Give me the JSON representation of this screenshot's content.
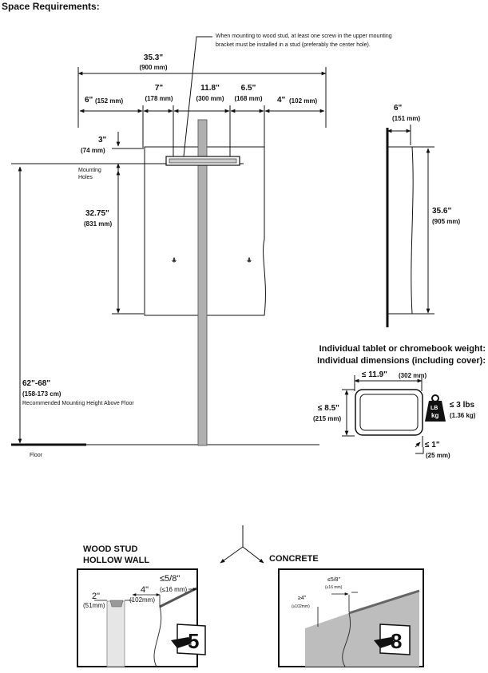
{
  "title": "Space Requirements:",
  "note_line1": "When mounting to wood stud, at least one screw in the upper mounting",
  "note_line2": "bracket must be installed in a stud (preferably the center hole).",
  "dims": {
    "total_in": "35.3\"",
    "total_mm": "(900 mm)",
    "left_in": "6\"",
    "left_mm": "(152 mm)",
    "a_in": "7\"",
    "a_mm": "(178 mm)",
    "b_in": "11.8\"",
    "b_mm": "(300 mm)",
    "c_in": "6.5\"",
    "c_mm": "(168 mm)",
    "right_in": "4\"",
    "right_mm": "(102 mm)",
    "top_in": "3\"",
    "top_mm": "(74 mm)",
    "holes_label1": "Mounting",
    "holes_label2": "Holes",
    "v_in": "32.75\"",
    "v_mm": "(831 mm)",
    "height_in": "62\"-68\"",
    "height_mm": "(158-173 cm)",
    "height_label": "Recommended Mounting Height Above Floor",
    "floor": "Floor",
    "side_depth_in": "6\"",
    "side_depth_mm": "(151 mm)",
    "side_h_in": "35.6\"",
    "side_h_mm": "(905 mm)"
  },
  "tablet": {
    "heading1": "Individual tablet or chromebook weight:",
    "heading2": "Individual dimensions (including cover):",
    "w_in": "≤ 11.9\"",
    "w_mm": "(302 mm)",
    "h_in": "≤ 8.5\"",
    "h_mm": "(215 mm)",
    "d_in": "≤ 1\"",
    "d_mm": "(25 mm)",
    "weight_in": "≤ 3 lbs",
    "weight_mm": "(1.36 kg)",
    "lb": "LB",
    "kg": "kg"
  },
  "walls": {
    "wood_title1": "WOOD STUD",
    "wood_title2": "HOLLOW WALL",
    "concrete_title": "CONCRETE",
    "wood_thick": "≤5/8\"",
    "wood_thick_mm": "(≤16 mm)",
    "wood_stud_in": "2\"",
    "wood_stud_mm": "(51mm)",
    "wood_depth_in": "4\"",
    "wood_depth_mm": "(102mm)",
    "wood_page": "5",
    "conc_thick": "≤5/8\"",
    "conc_thick_mm": "(≤16 mm)",
    "conc_depth": "≥4\"",
    "conc_depth_mm": "(≥102mm)",
    "conc_page": "8"
  }
}
